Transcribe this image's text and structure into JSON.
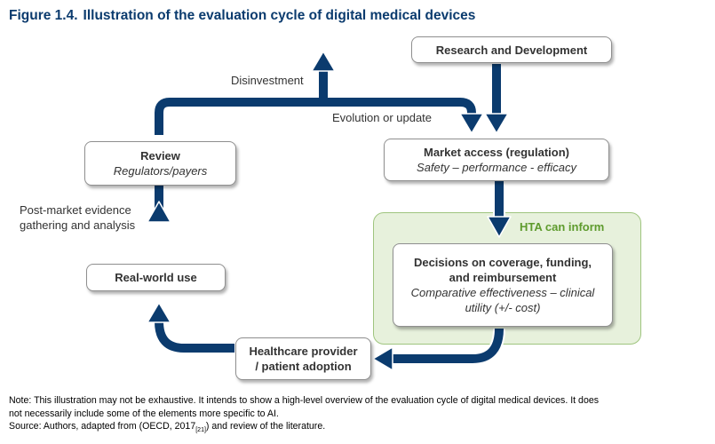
{
  "figure": {
    "number": "Figure  1.4.",
    "title": "Illustration of the evaluation cycle of digital medical devices"
  },
  "boxes": {
    "research": {
      "title": "Research and Development"
    },
    "market": {
      "title": "Market access (regulation)",
      "subtitle": "Safety – performance - efficacy"
    },
    "decisions": {
      "title_line1": "Decisions on coverage, funding,",
      "title_line2": "and reimbursement",
      "subtitle_line1": "Comparative effectiveness – clinical",
      "subtitle_line2": "utility (+/- cost)"
    },
    "healthcare": {
      "title_line1": "Healthcare provider",
      "title_line2": "/ patient adoption"
    },
    "realworld": {
      "title": "Real-world use"
    },
    "review": {
      "title": "Review",
      "subtitle": "Regulators/payers"
    }
  },
  "hta": {
    "label": "HTA can inform"
  },
  "labels": {
    "disinvestment": "Disinvestment",
    "evolution": "Evolution or update",
    "postmarket_line1": "Post-market evidence",
    "postmarket_line2": "gathering and analysis"
  },
  "note": {
    "line1": "Note: This illustration may not be exhaustive. It intends to show a high-level overview of the evaluation cycle of digital medical devices. It does",
    "line2": "not necessarily include some of the elements more specific to AI.",
    "source_prefix": "Source: Authors, adapted from (OECD, 2017",
    "source_ref": "[21]",
    "source_suffix": ") and review of the literature."
  },
  "colors": {
    "arrow": "#0b3b6e",
    "arrow_edge": "#ffffff",
    "hta_fill": "#e7f1dc",
    "hta_border": "#9fc57f",
    "hta_text": "#5e9b2d",
    "title": "#0b3b6e"
  }
}
